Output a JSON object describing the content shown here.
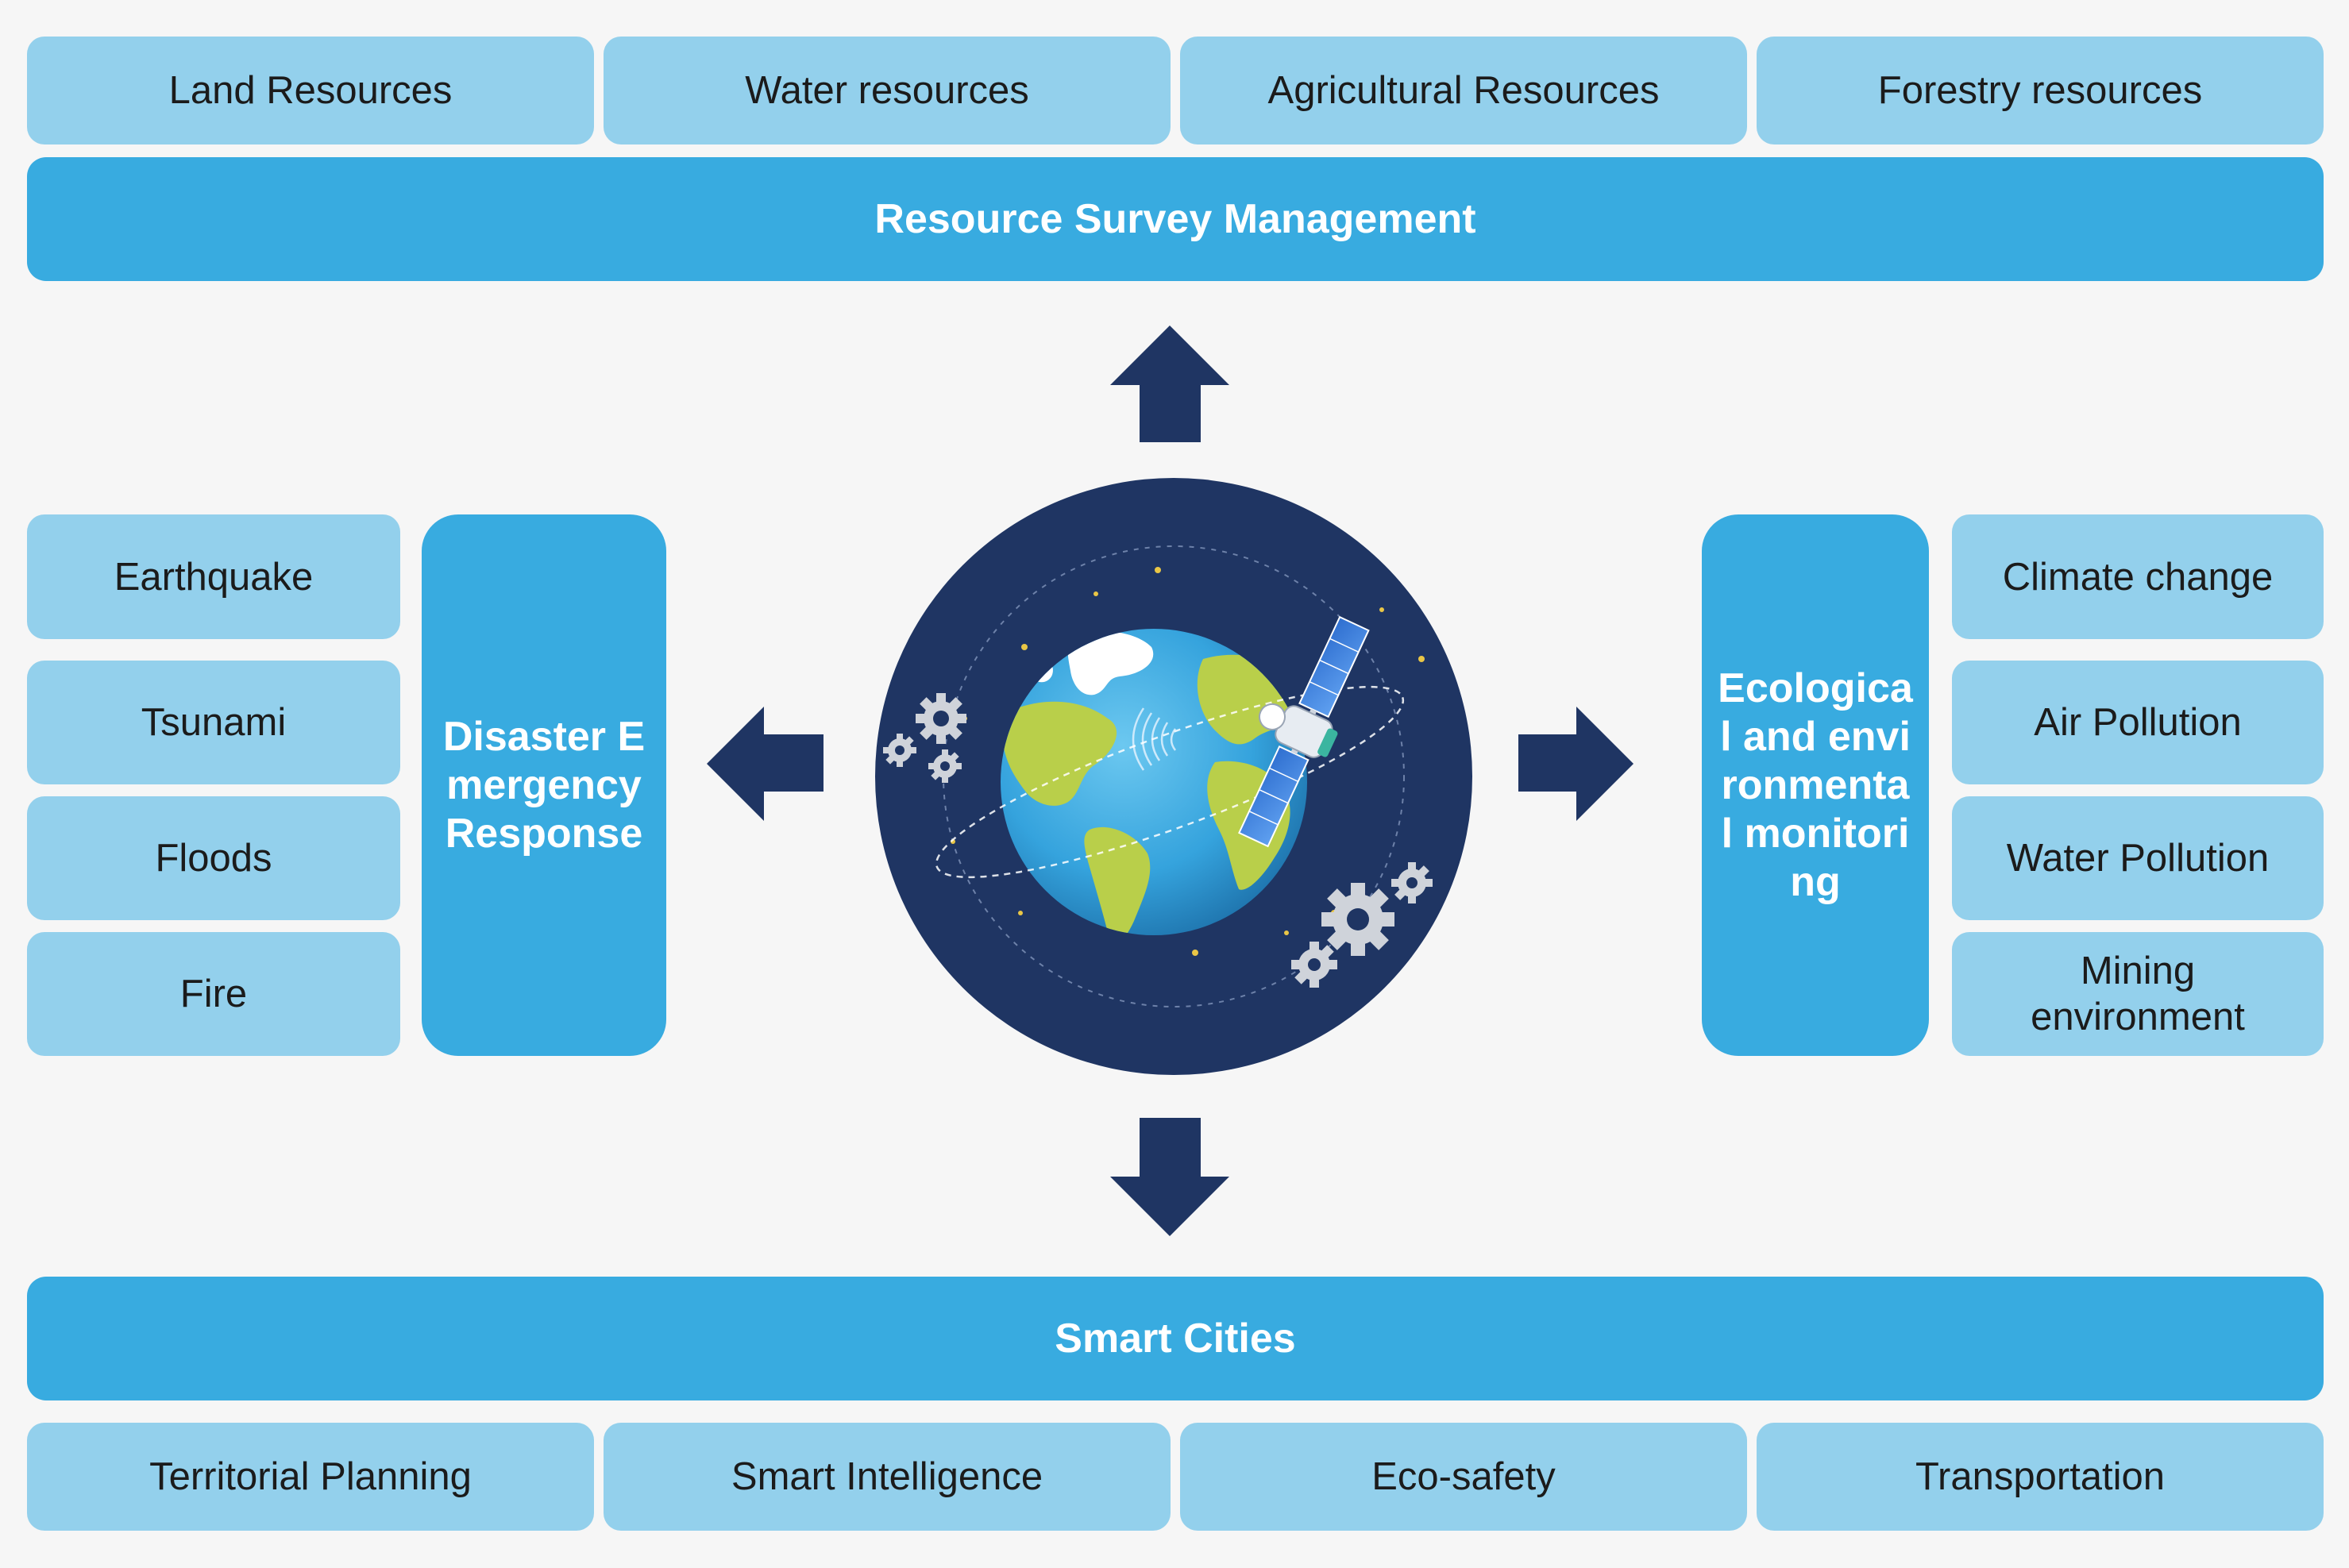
{
  "top": {
    "items": [
      "Land Resources",
      "Water resources",
      "Agricultural Resources",
      "Forestry resources"
    ],
    "banner": "Resource Survey Management"
  },
  "left": {
    "items": [
      "Earthquake",
      "Tsunami",
      "Floods",
      "Fire"
    ],
    "category": "Disaster Emergency Response"
  },
  "right": {
    "items": [
      "Climate change",
      "Air Pollution",
      "Water Pollution",
      "Mining environment"
    ],
    "category": "Ecological and environmental monitoring"
  },
  "bottom": {
    "banner": "Smart Cities",
    "items": [
      "Territorial Planning",
      "Smart Intelligence",
      "Eco-safety",
      "Transportation"
    ]
  },
  "center": {
    "illustration": [
      "globe-icon",
      "satellite-icon",
      "gear-icon",
      "star-icon"
    ]
  },
  "colors": {
    "background": "#f6f6f6",
    "light_box": "#93d0ec",
    "dark_box": "#38abe0",
    "arrow": "#1f3563",
    "globe_disc": "#1f3563",
    "ocean": "#35a3dd",
    "land": "#b9cf4a"
  }
}
